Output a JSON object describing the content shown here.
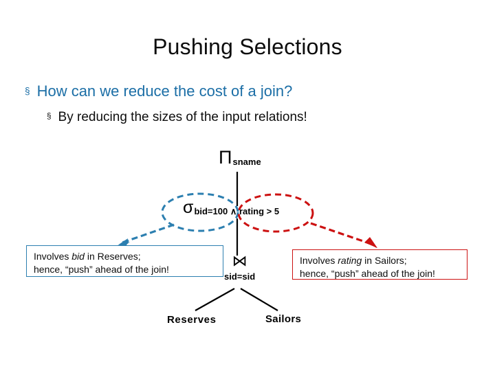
{
  "slide": {
    "title": "Pushing Selections",
    "background_color": "#ffffff",
    "accent_blue": "#1b6ea6",
    "accent_red": "#cc1111"
  },
  "bullets": [
    {
      "marker": "§",
      "text": "How can we reduce the cost of a join?",
      "level": 1,
      "color": "#1b6ea6"
    },
    {
      "marker": "§",
      "text": "By reducing the sizes of the input relations!",
      "level": 2,
      "color": "#0d0d0d"
    }
  ],
  "query_tree": {
    "nodes": {
      "project": {
        "symbol": "Π",
        "subscript": "sname"
      },
      "select": {
        "symbol": "σ",
        "subscript": "bid=100 ∧ rating > 5"
      },
      "join": {
        "symbol": "⋈",
        "subscript": "sid=sid"
      },
      "left_relation": {
        "label": "Reserves"
      },
      "right_relation": {
        "label": "Sailors"
      }
    },
    "highlights": [
      {
        "name": "blue-ellipse",
        "encircles": "bid=100",
        "color": "#2c7fb0",
        "style": "dashed"
      },
      {
        "name": "red-ellipse",
        "encircles": "rating > 5",
        "color": "#cc1111",
        "style": "dashed"
      }
    ]
  },
  "callouts": {
    "left": {
      "line1_prefix": "Involves ",
      "line1_emphasis": "bid",
      "line1_suffix": " in Reserves;",
      "line2": "hence, “push” ahead of the join!",
      "border_color": "#2c7fb0"
    },
    "right": {
      "line1_prefix": "Involves ",
      "line1_emphasis": "rating",
      "line1_suffix": " in Sailors;",
      "line2": "hence, “push” ahead of the join!",
      "border_color": "#cc1111"
    }
  }
}
